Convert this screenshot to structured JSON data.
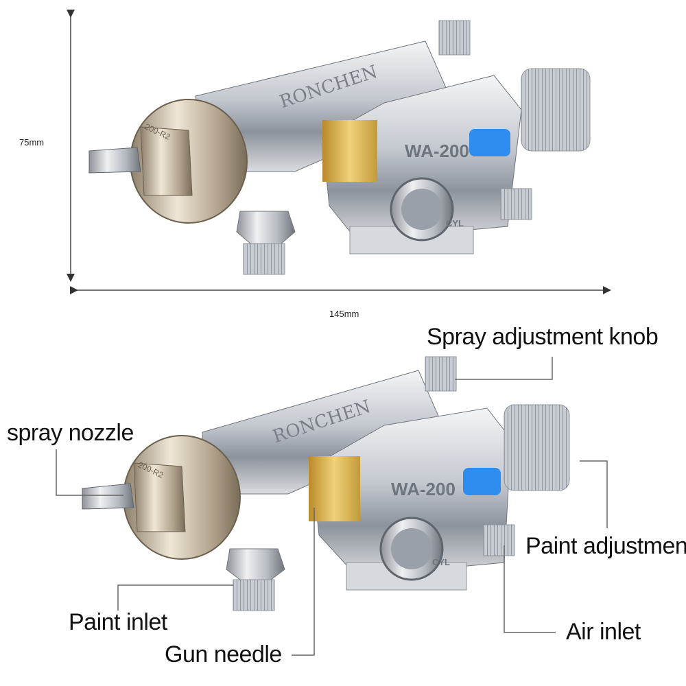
{
  "dimensions": {
    "height_label": "75mm",
    "width_label": "145mm"
  },
  "product": {
    "brand": "RONCHEN",
    "model": "WA-200",
    "cap_marking": "200-R2",
    "body_marking": "CYL"
  },
  "callouts": {
    "spray_knob": "Spray adjustment knob",
    "spray_nozzle": "spray nozzle",
    "paint_adjustment": "Paint adjustment",
    "paint_inlet": "Paint inlet",
    "air_inlet": "Air inlet",
    "gun_needle": "Gun needle"
  },
  "colors": {
    "metal": "#c9ced6",
    "brass": "#d9b24a",
    "blue_cap": "#2f8df0",
    "leader": "#666666"
  }
}
